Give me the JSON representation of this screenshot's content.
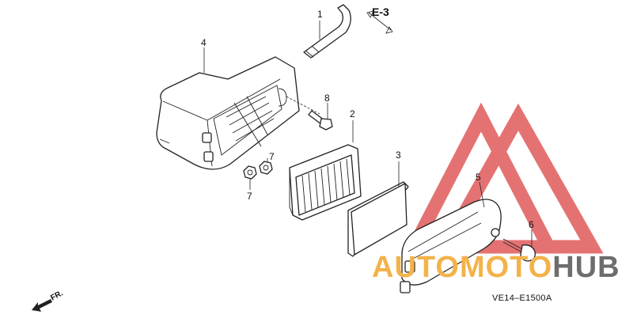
{
  "diagram": {
    "callouts": [
      {
        "id": "1",
        "label": "1"
      },
      {
        "id": "2",
        "label": "2"
      },
      {
        "id": "3",
        "label": "3"
      },
      {
        "id": "4",
        "label": "4"
      },
      {
        "id": "5",
        "label": "5"
      },
      {
        "id": "6",
        "label": "6"
      },
      {
        "id": "7a",
        "label": "7"
      },
      {
        "id": "7b",
        "label": "7"
      },
      {
        "id": "8",
        "label": "8"
      }
    ],
    "reference": "E-3",
    "front_label": "FR.",
    "drawing_code": "VE14–E1500A"
  },
  "watermark": {
    "word_start": "AUTO",
    "word_mid": "MOTO",
    "word_end": "HUB",
    "colors": {
      "red": "#e05a5a",
      "orange": "#f3b24a",
      "gray": "#6d6d6d"
    }
  }
}
